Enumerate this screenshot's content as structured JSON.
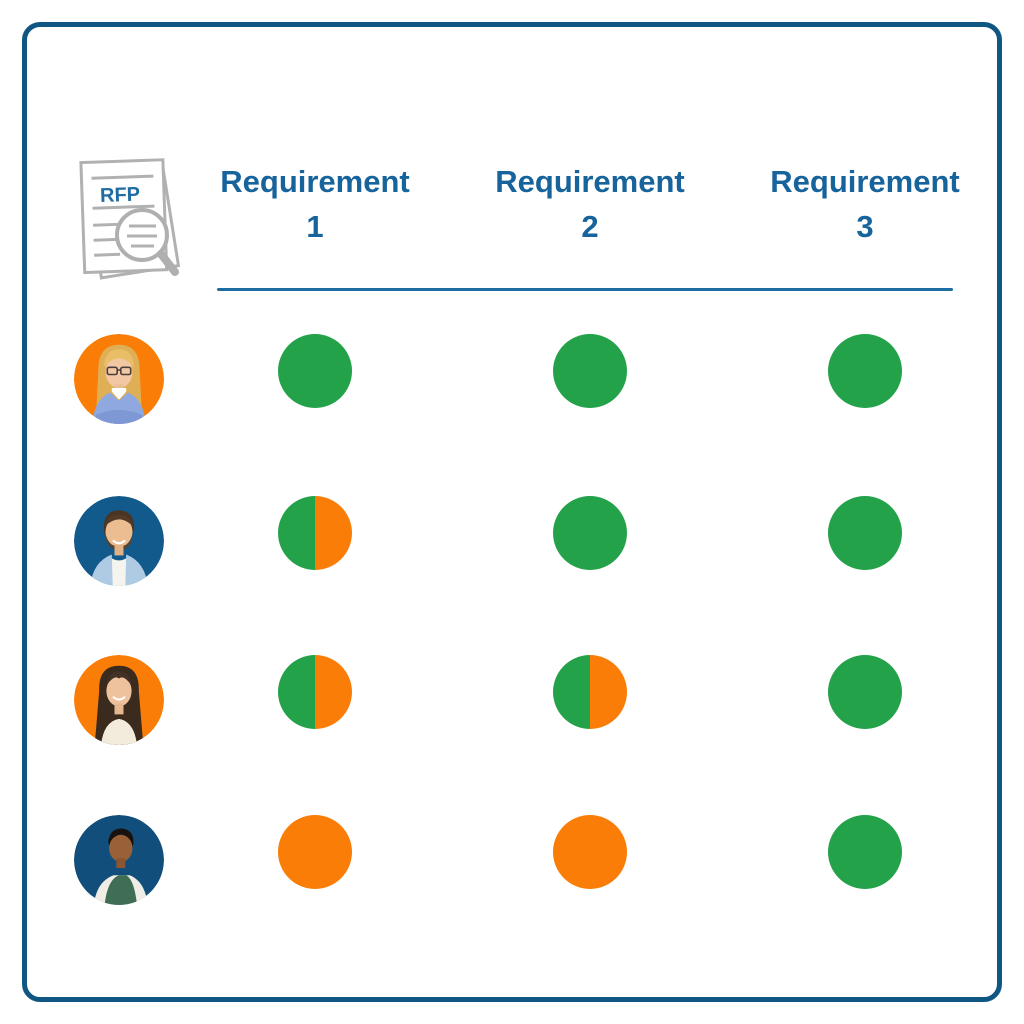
{
  "palette": {
    "frame_blue": "#0F5782",
    "header_text_blue": "#17639B",
    "divider_blue": "#1E6DA0",
    "met_green": "#23A24A",
    "unmet_orange": "#F97D07",
    "icon_gray": "#B1B1B1",
    "rfp_text_blue": "#1E6CA3"
  },
  "rfp_icon": {
    "label": "RFP"
  },
  "columns": [
    {
      "label": "Requirement",
      "number": "1"
    },
    {
      "label": "Requirement",
      "number": "2"
    },
    {
      "label": "Requirement",
      "number": "3"
    }
  ],
  "matrix_legend": {
    "met": "full green circle",
    "partial": "half green half orange circle",
    "unmet": "full orange circle"
  },
  "rows": [
    {
      "avatar": "woman-blonde-glasses-avatar",
      "avatar_bg": "#F97D07",
      "cells": [
        "met",
        "met",
        "met"
      ]
    },
    {
      "avatar": "man-beard-smiling-avatar",
      "avatar_bg": "#135A8C",
      "cells": [
        "partial",
        "met",
        "met"
      ]
    },
    {
      "avatar": "woman-long-dark-hair-avatar",
      "avatar_bg": "#F97D07",
      "cells": [
        "partial",
        "partial",
        "met"
      ]
    },
    {
      "avatar": "man-green-vest-avatar",
      "avatar_bg": "#114E7C",
      "cells": [
        "unmet",
        "unmet",
        "met"
      ]
    }
  ]
}
